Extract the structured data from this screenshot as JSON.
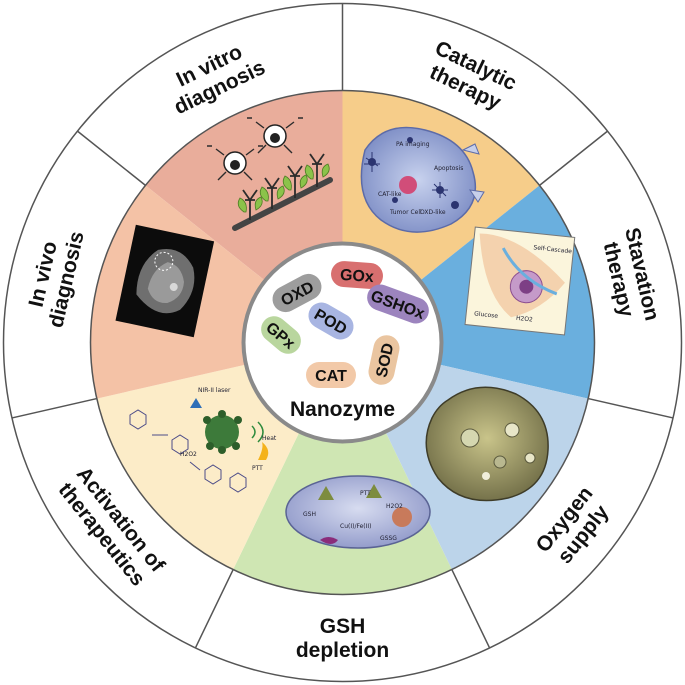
{
  "center": {
    "title": "Nanozyme",
    "enzymes": [
      "OXD",
      "GOx",
      "POD",
      "GSHOx",
      "GPx",
      "CAT",
      "SOD"
    ]
  },
  "sectors": [
    {
      "lines": [
        "In vitro",
        "diagnosis"
      ],
      "color": "#e9ad9b"
    },
    {
      "lines": [
        "Catalytic",
        "therapy"
      ],
      "color": "#f6cd8a"
    },
    {
      "lines": [
        "Stavation",
        "therapy"
      ],
      "color": "#6aafde"
    },
    {
      "lines": [
        "Oxygen",
        "supply"
      ],
      "color": "#bcd4ea"
    },
    {
      "lines": [
        "GSH",
        "depletion"
      ],
      "color": "#cfe6b3"
    },
    {
      "lines": [
        "Activation of",
        "therapeutics"
      ],
      "color": "#fcecc8"
    },
    {
      "lines": [
        "In vivo",
        "diagnosis"
      ],
      "color": "#f4c2a6"
    }
  ],
  "enzyme_colors": [
    "#9d9d9d",
    "#d86f6f",
    "#a8b5e2",
    "#9c84be",
    "#b9d69e",
    "#f2c9a8",
    "#eac5a0"
  ],
  "inset_text": {
    "catalytic": [
      "PA imaging",
      "CAT-like",
      "OXD-like",
      "Tumor Cell",
      "Apoptosis"
    ],
    "starvation": [
      "Glucose",
      "H2O2",
      "Self-Cascade"
    ],
    "gsh": [
      "GSH",
      "GSSG",
      "H2O2",
      "PTT",
      "Cu(I)/Fe(II)"
    ],
    "activation": [
      "NIR-II laser",
      "PTT",
      "Heat",
      "H2O2"
    ]
  }
}
